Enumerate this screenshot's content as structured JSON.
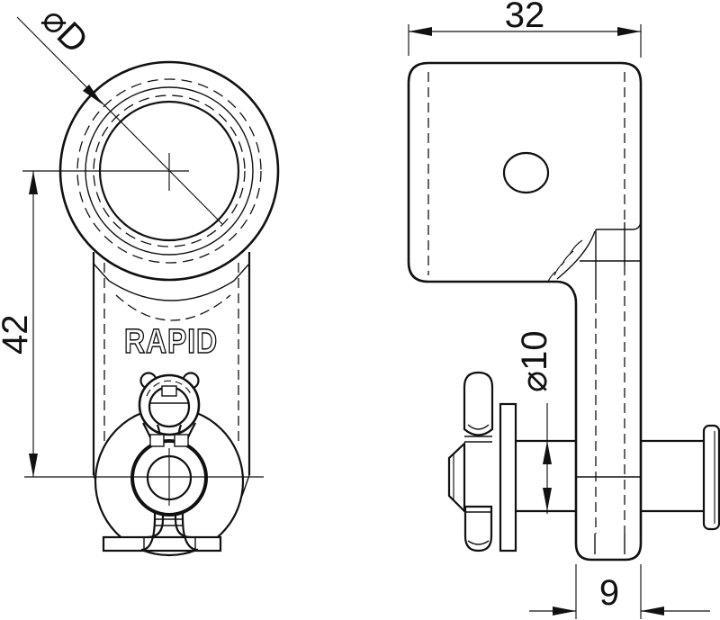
{
  "front_view": {
    "brand_label": "RAPID",
    "dim_eye_diameter": "⌀D",
    "dim_center_distance": "42"
  },
  "side_view": {
    "dim_width": "32",
    "dim_pin_diameter": "⌀10",
    "dim_thickness": "9"
  },
  "colors": {
    "line": "#111111",
    "background": "#ffffff"
  }
}
